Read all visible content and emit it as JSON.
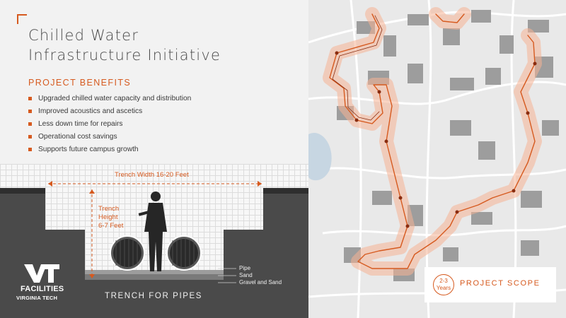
{
  "header": {
    "title_line1": "Chilled Water",
    "title_line2": "Infrastructure Initiative"
  },
  "benefits": {
    "heading": "PROJECT BENEFITS",
    "items": [
      "Upgraded chilled water capacity and distribution",
      "Improved acoustics and ascetics",
      "Less down time for repairs",
      "Operational cost savings",
      "Supports future campus growth"
    ]
  },
  "trench": {
    "width_label": "Trench Width 16-20 Feet",
    "height_label_1": "Trench",
    "height_label_2": "Height",
    "height_label_3": "6-7 Feet",
    "legend": [
      "Pipe",
      "Sand",
      "Gravel and Sand"
    ],
    "caption": "TRENCH FOR PIPES"
  },
  "logo": {
    "line1": "FACILITIES",
    "line2": "VIRGINIA TECH"
  },
  "scope": {
    "years_line1": "2-3",
    "years_line2": "Years",
    "label": "PROJECT SCOPE"
  },
  "colors": {
    "accent": "#d65a1f",
    "ground": "#4a4a4a",
    "map_bg": "#e9e9e9"
  }
}
